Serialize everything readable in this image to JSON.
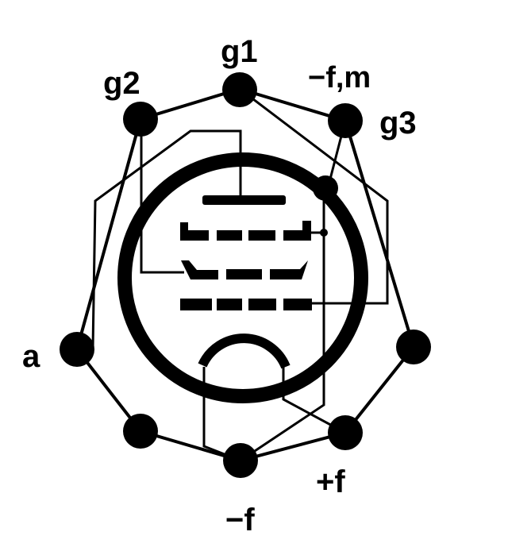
{
  "diagram": {
    "type": "vacuum tube base pinout",
    "colors": {
      "ink": "#000000",
      "background": "#ffffff"
    },
    "pins": [
      {
        "id": "g1",
        "label": "g1"
      },
      {
        "id": "fm",
        "label": "−f,m"
      },
      {
        "id": "g3",
        "label": "g3"
      },
      {
        "id": "right",
        "label": ""
      },
      {
        "id": "plus_f",
        "label": "+f"
      },
      {
        "id": "minus_f",
        "label": "−f"
      },
      {
        "id": "bottom_left",
        "label": ""
      },
      {
        "id": "a",
        "label": "a"
      },
      {
        "id": "g2",
        "label": "g2"
      }
    ]
  }
}
